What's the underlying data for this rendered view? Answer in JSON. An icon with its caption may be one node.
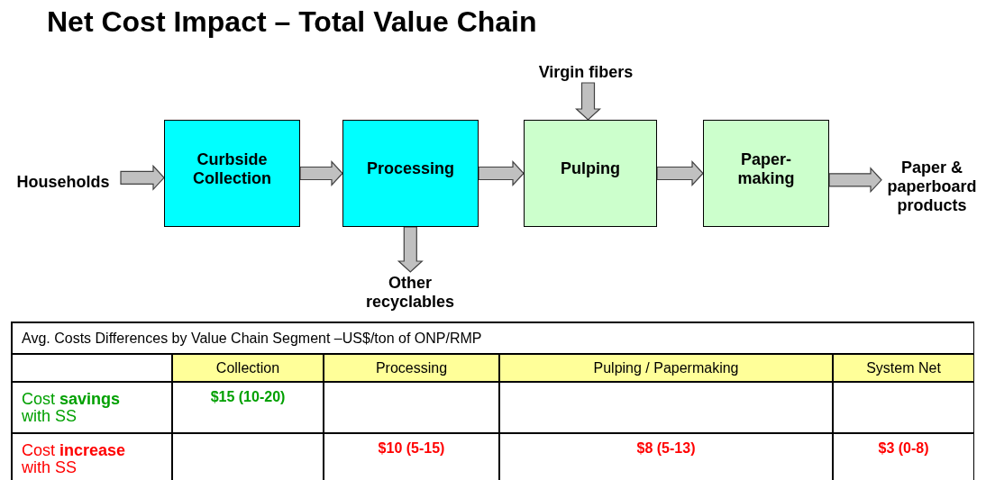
{
  "diagram": {
    "title": "Net Cost Impact – Total Value Chain",
    "nodes": [
      {
        "text": [
          "Households"
        ]
      },
      {
        "text": [
          "Curbside Collection"
        ]
      },
      {
        "text": [
          "Processing"
        ]
      },
      {
        "text": [
          "Pulping"
        ]
      },
      {
        "text": [
          "Paper-making"
        ]
      },
      {
        "text": [
          "Paper & paperboard products"
        ]
      },
      {
        "text": [
          "Virgin fibers"
        ]
      },
      {
        "text": [
          "Other recyclables"
        ]
      }
    ],
    "edges": [
      {
        "from": 0,
        "to": 1,
        "arrow": "to"
      },
      {
        "from": 1,
        "to": 2,
        "arrow": "to"
      },
      {
        "from": 2,
        "to": 3,
        "arrow": "to"
      },
      {
        "from": 3,
        "to": 4,
        "arrow": "to"
      },
      {
        "from": 4,
        "to": 5,
        "arrow": "to"
      },
      {
        "from": 6,
        "to": 3,
        "arrow": "to"
      },
      {
        "from": 2,
        "to": 7,
        "arrow": "to"
      }
    ],
    "labels": [
      "Avg. Costs Differences by Value Chain Segment –US$/ton of ONP/RMP",
      "Collection",
      "Processing",
      "Pulping / Papermaking",
      "System Net",
      "Cost **savings** with SS",
      "$15 (10-20)",
      "Cost **increase** with SS",
      "$10 (5-15)",
      "$8 (5-13)",
      "$3 (0-8)"
    ]
  }
}
